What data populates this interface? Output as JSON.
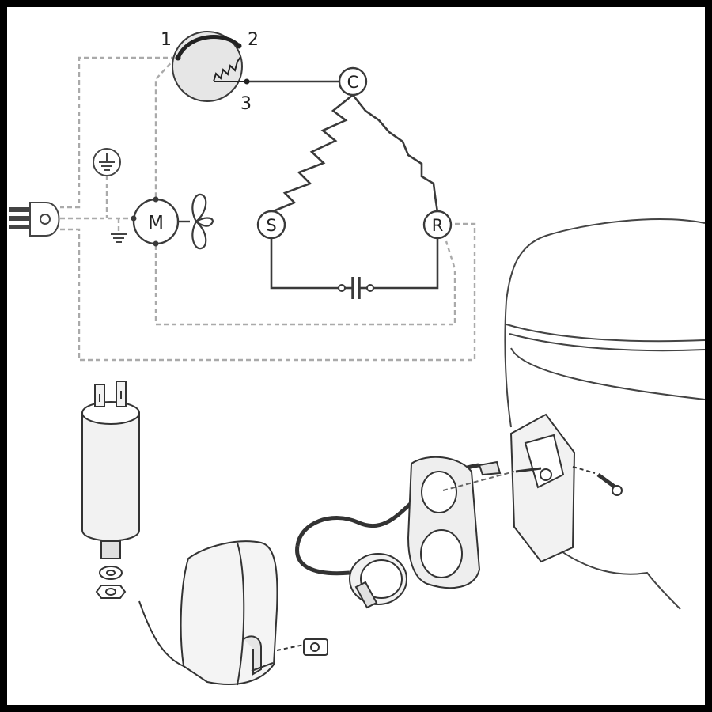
{
  "thermostat": {
    "terminal_1": "1",
    "terminal_2": "2",
    "terminal_3": "3"
  },
  "windings": {
    "common": "C",
    "start": "S",
    "run": "R"
  },
  "fan": {
    "motor": "M"
  },
  "colors": {
    "frame": "#000000",
    "background": "#ffffff",
    "solid_wire": "#3a3a3a",
    "dashed_wire": "#aaaaaa",
    "thermostat_fill": "#e6e6e6",
    "part_fill": "#f2f2f2",
    "part_stroke": "#333333"
  },
  "icons": [
    "thermostat-icon",
    "ground-icon",
    "fan-motor-icon",
    "fan-blade-icon",
    "plug-icon",
    "capacitor-symbol-icon",
    "compressor-icon",
    "run-capacitor-icon",
    "terminal-cover-icon",
    "relay-icon",
    "screw-icon"
  ]
}
